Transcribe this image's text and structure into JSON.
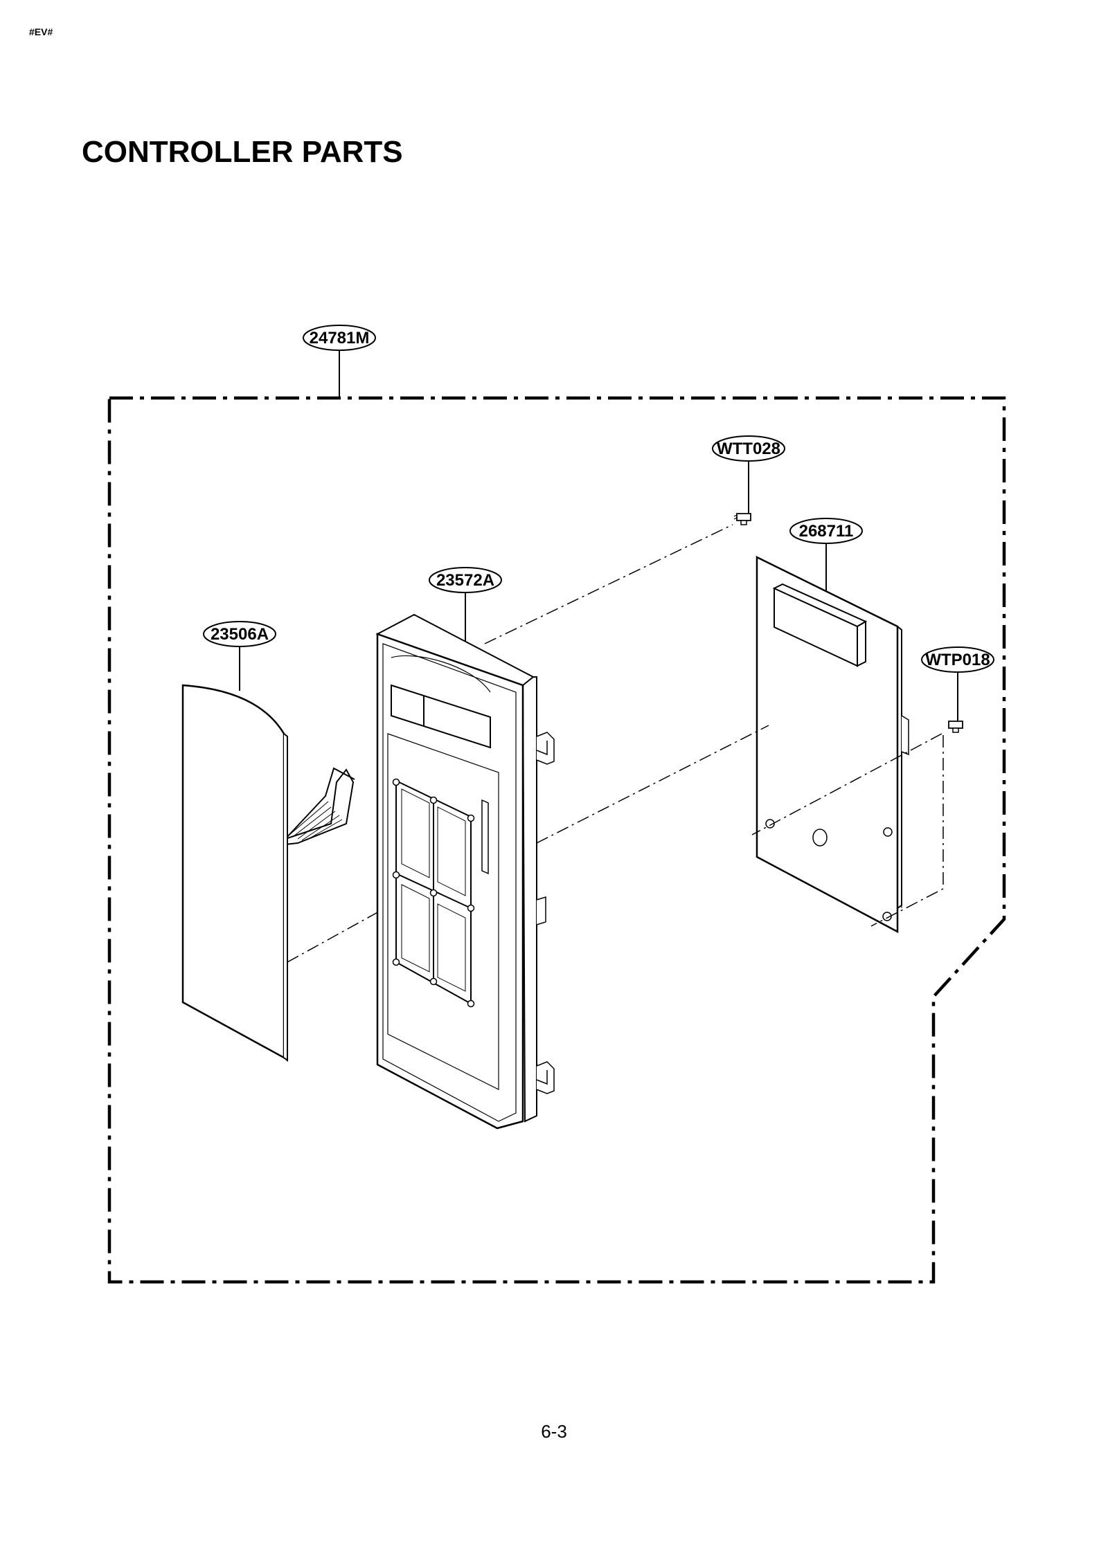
{
  "header_code": "#EV#",
  "title": "CONTROLLER PARTS",
  "page_number": "6-3",
  "callouts": {
    "assembly": "24781M",
    "screw_top": "WTT028",
    "pcb": "268711",
    "frame": "23572A",
    "membrane": "23506A",
    "screw_side": "WTP018"
  }
}
